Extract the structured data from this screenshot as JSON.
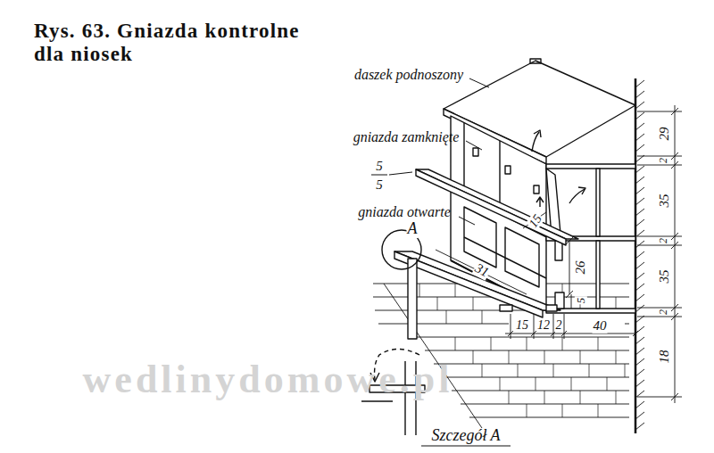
{
  "diagram": {
    "title": "Rys. 63. Gniazda kontrolne dla niosek",
    "labels": [
      "daszek podnoszony",
      "gniazda zamknięte",
      "5",
      "5",
      "gniazda otwarte",
      "A",
      "15",
      "31",
      "26",
      "5",
      "15",
      "12",
      "2",
      "40",
      "29",
      "2",
      "35",
      "2",
      "35",
      "2",
      "18",
      "Szczegół A",
      "wedlinydomowe.pl"
    ]
  }
}
